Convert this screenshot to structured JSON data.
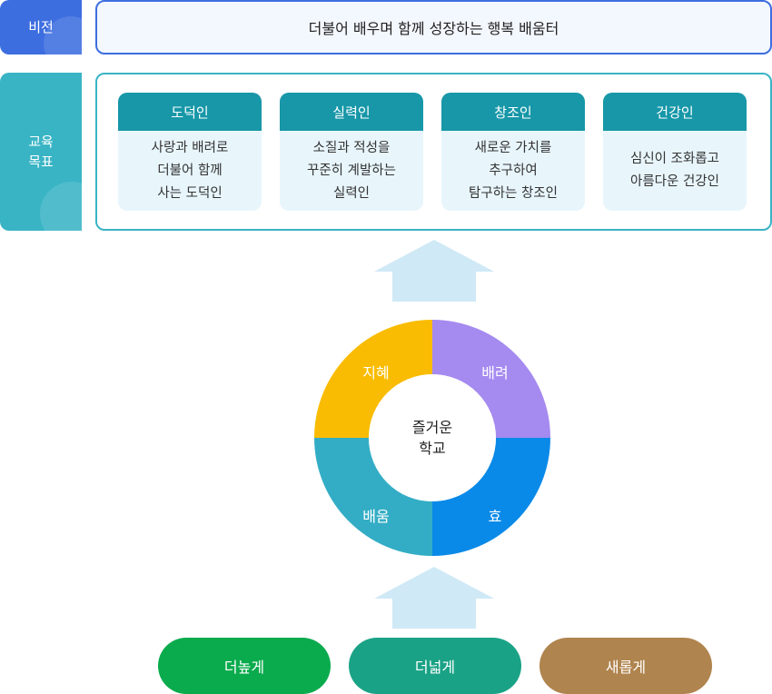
{
  "vision": {
    "label": "비전",
    "text": "더불어 배우며 함께 성장하는 행복 배움터",
    "color": "#3d6ee0"
  },
  "goals": {
    "label": "교육\n목표",
    "color": "#39b4c5",
    "cards": [
      {
        "title": "도덕인",
        "desc": "사랑과 배려로\n더불어 함께\n사는 도덕인"
      },
      {
        "title": "실력인",
        "desc": "소질과 적성을\n꾸준히 계발하는\n실력인"
      },
      {
        "title": "창조인",
        "desc": "새로운 가치를\n추구하여\n탐구하는 창조인"
      },
      {
        "title": "건강인",
        "desc": "심신이 조화롭고\n아름다운 건강인"
      }
    ]
  },
  "ring": {
    "center": "즐거운\n학교",
    "segments": [
      {
        "label": "지혜",
        "color": "#f9bc02"
      },
      {
        "label": "배려",
        "color": "#a58af0"
      },
      {
        "label": "효",
        "color": "#0a8ae8"
      },
      {
        "label": "배움",
        "color": "#33adc5"
      }
    ]
  },
  "bottom": [
    {
      "label": "더높게",
      "color": "#0aab4d"
    },
    {
      "label": "더넓게",
      "color": "#1aa286"
    },
    {
      "label": "새롭게",
      "color": "#b0844e"
    }
  ],
  "arrow_color": "#cfe9f6"
}
